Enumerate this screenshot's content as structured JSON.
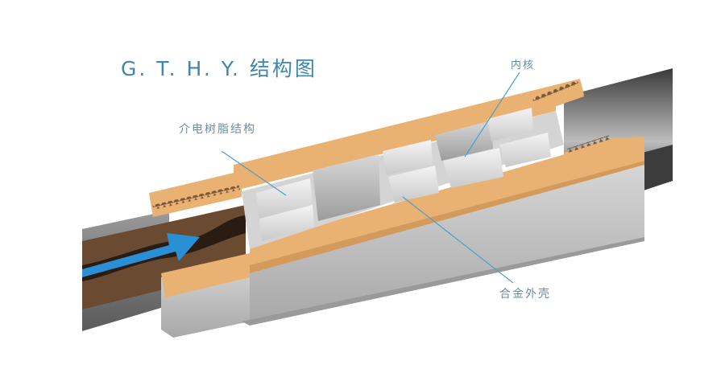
{
  "diagram": {
    "title": "G. T. H. Y. 结构图",
    "labels": {
      "dielectric_resin": "介电树脂结构",
      "inner_core": "内核",
      "alloy_shell": "合金外壳"
    },
    "colors": {
      "title": "#3f86ad",
      "label_text": "#6b8e9c",
      "leader_line": "#4aa0c8",
      "shell_orange": "#e9b172",
      "shell_grey": "#c8c8c8",
      "pipe_dark": "#4a4a4a",
      "sediment_brown": "#6a4a30",
      "flow_arrow": "#2b8fd6",
      "core_blocks": "#e6e6e6"
    },
    "components": [
      "flow-arrow",
      "left-pipe",
      "threaded-coupling-left",
      "alloy-shell",
      "dielectric-resin-blocks",
      "inner-core-blocks",
      "threaded-coupling-right",
      "right-pipe"
    ]
  }
}
